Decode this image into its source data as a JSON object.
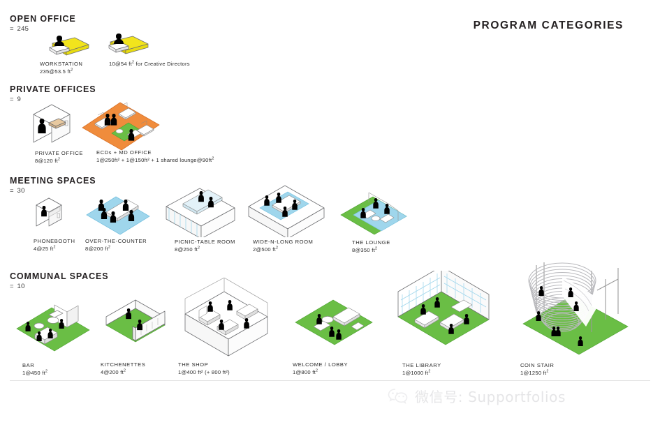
{
  "page": {
    "title": "PROGRAM CATEGORIES",
    "watermark": "微信号: Supportfolios"
  },
  "colors": {
    "yellow": "#F2E41C",
    "yellow_dark": "#D8C800",
    "orange": "#F08C3C",
    "orange_dark": "#D9732A",
    "green": "#6ABE45",
    "green_dark": "#4FA233",
    "blue": "#9FD6EC",
    "blue_dark": "#79C2E0",
    "blue_pale": "#CDE9F5",
    "line": "#6D6E71",
    "figure": "#000000",
    "text": "#231f20"
  },
  "sections": [
    {
      "id": "open-office",
      "heading": "OPEN OFFICE",
      "count_prefix": "=",
      "count": "245",
      "items": [
        {
          "id": "workstation",
          "name": "WORKSTATION",
          "spec": "235@53.5 ft",
          "spec_sup": "2",
          "art": "workstation"
        },
        {
          "id": "creative-directors-workstation",
          "name": "",
          "spec": "10@54 ft",
          "spec_sup": "2",
          "spec_tail": " for Creative Directors",
          "art": "workstation"
        }
      ]
    },
    {
      "id": "private-offices",
      "heading": "PRIVATE OFFICES",
      "count_prefix": "=",
      "count": "9",
      "items": [
        {
          "id": "private-office",
          "name": "PRIVATE OFFICE",
          "spec": "8@120 ft",
          "spec_sup": "2",
          "art": "private-office"
        },
        {
          "id": "ecds-md-office",
          "name": "ECDs + MD OFFICE",
          "spec": "1@250ft² + 1@150ft² + 1 shared lounge@90ft",
          "spec_sup": "2",
          "art": "ecd-office"
        }
      ]
    },
    {
      "id": "meeting-spaces",
      "heading": "MEETING SPACES",
      "count_prefix": "=",
      "count": "30",
      "items": [
        {
          "id": "phonebooth",
          "name": "PHONEBOOTH",
          "spec": "4@25 ft",
          "spec_sup": "2",
          "art": "phonebooth"
        },
        {
          "id": "over-the-counter",
          "name": "OVER-THE-COUNTER",
          "spec": "8@200 ft",
          "spec_sup": "2",
          "art": "over-the-counter"
        },
        {
          "id": "picnic-table-room",
          "name": "PICNIC-TABLE ROOM",
          "spec": "8@250 ft",
          "spec_sup": "2",
          "art": "picnic-table-room"
        },
        {
          "id": "wide-n-long-room",
          "name": "WIDE-N-LONG ROOM",
          "spec": "2@500 ft",
          "spec_sup": "2",
          "art": "wide-n-long-room"
        },
        {
          "id": "the-lounge",
          "name": "THE LOUNGE",
          "spec": "8@350 ft",
          "spec_sup": "2",
          "art": "the-lounge"
        }
      ]
    },
    {
      "id": "communal-spaces",
      "heading": "COMMUNAL SPACES",
      "count_prefix": "=",
      "count": "10",
      "items": [
        {
          "id": "bar",
          "name": "BAR",
          "spec": "1@450 ft",
          "spec_sup": "2",
          "art": "bar"
        },
        {
          "id": "kitchenettes",
          "name": "KITCHENETTES",
          "spec": "4@200 ft",
          "spec_sup": "2",
          "art": "kitchenettes"
        },
        {
          "id": "the-shop",
          "name": "THE SHOP",
          "spec": "1@400 ft² (+ 800 ft²)",
          "spec_sup": "",
          "art": "the-shop"
        },
        {
          "id": "welcome-lobby",
          "name": "WELCOME / LOBBY",
          "spec": "1@800 ft",
          "spec_sup": "2",
          "art": "welcome-lobby"
        },
        {
          "id": "the-library",
          "name": "THE LIBRARY",
          "spec": "1@1000 ft",
          "spec_sup": "2",
          "art": "the-library"
        },
        {
          "id": "coin-stair",
          "name": "COIN STAIR",
          "spec": "1@1250 ft",
          "spec_sup": "2",
          "art": "coin-stair"
        }
      ]
    }
  ]
}
